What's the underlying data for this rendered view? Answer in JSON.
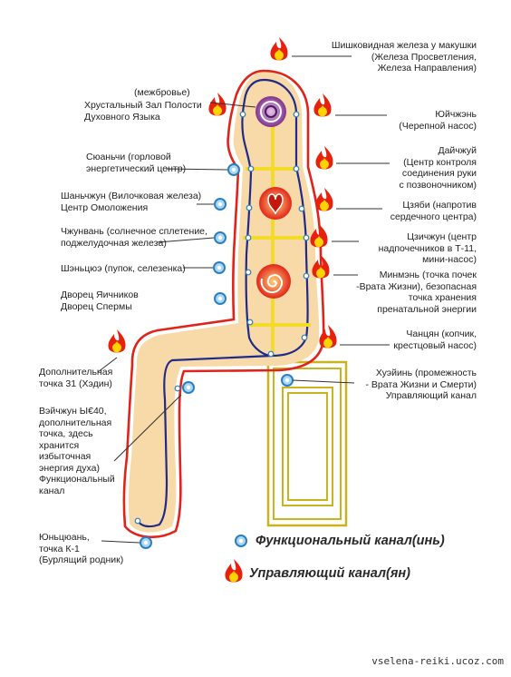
{
  "colors": {
    "governing_channel": "#e0241b",
    "functional_channel": "#1f2a8a",
    "body_fill": "#f8d9a8",
    "cross_lines": "#f2dc27",
    "point_fill": "#a9d8f2",
    "point_stroke": "#2b7fc0",
    "flame_outer": "#e8200e",
    "flame_inner": "#ffb800",
    "seat": "#c8b41c"
  },
  "icons": {
    "governing_point": "flame-icon",
    "functional_point": "blue-circle-icon"
  },
  "labels": {
    "mezhbrovye": "(межбровье)",
    "crystal_hall": "Хрустальный Зал Полости\nДуховного Языка",
    "syuanchi": "Сюаньчи (горловой\nэнергетический центр)",
    "shanzhun": "Шаньчжун (Вилочковая железа)\nЦентр Омоложения",
    "chzhunvan": "Чжунвань (солнечное сплетение,\nподжелудочная железа)",
    "shenque": "Шэньцюэ (пупок, селезенка)",
    "palace": "Дворец Яичников\nДворец Спермы",
    "additional_point": "Дополнительная\nточка 31 (Хэдин)",
    "weizhong": "Вэйчжун Ы€40,\nдополнительная\nточка, здесь\nхранится\n избыточная\nэнергия духа)\nФункциональный\nканал",
    "yongquan": "Юньцюань,\nточка К-1\n(Бурлящий родник)",
    "pineal": "Шишковидная железа у макушки\n(Железа Просветления,\nЖелеза Направления)",
    "yuzhen": "Юйчжэнь\n(Черепной насос)",
    "dazhui": "Дайчжуй\n(Центр контроля\nсоединения руки\nс позвоночником)",
    "jiaji": "Цзяби (напротив\nсердечного центра)",
    "jizhong": "Цзичжун (центр\nнадпочечников в Т-11,\nмини-насос)",
    "mingmen": "Минмэнь (точка почек\n-Врата Жизни), безопасная\nточка хранения\nпренатальной энергии",
    "changqiang": "Чанцян (копчик,\nкрестцовый насос)",
    "huiyin": "Хуэйинь (промежность\n- Врата Жизни и Смерти)\nУправляющий канал"
  },
  "legend": {
    "functional": "Функциональный канал(инь)",
    "governing": "Управляющий канал(ян)"
  },
  "credit": "vselena-reiki.ucoz.com"
}
